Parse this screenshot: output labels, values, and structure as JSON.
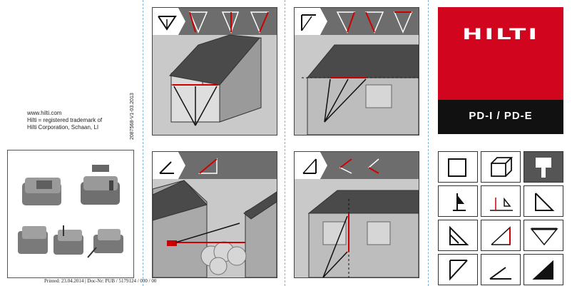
{
  "contact": {
    "line1": "www.hilti.com",
    "line2": "Hilti = registered trademark of",
    "line3": "Hilti Corporation, Schaan, LI"
  },
  "doc_code": "2087568-V1-03.2013",
  "printed": "Printed: 23.04.2014 | Doc-Nr: PUB / 5179124 / 000 / 00",
  "brand": {
    "logo": "HILTI",
    "model": "PD-I / PD-E",
    "red": "#d2051e"
  },
  "icons": [
    "area-icon",
    "volume-icon",
    "painter-area-icon",
    "trapezoid-icon",
    "height-measure-icon",
    "triangle-icon",
    "triangle-pythagoras-icon",
    "indirect-height-icon",
    "indirect-width-icon",
    "angle-measure-icon",
    "level-icon",
    "tilt-icon"
  ]
}
